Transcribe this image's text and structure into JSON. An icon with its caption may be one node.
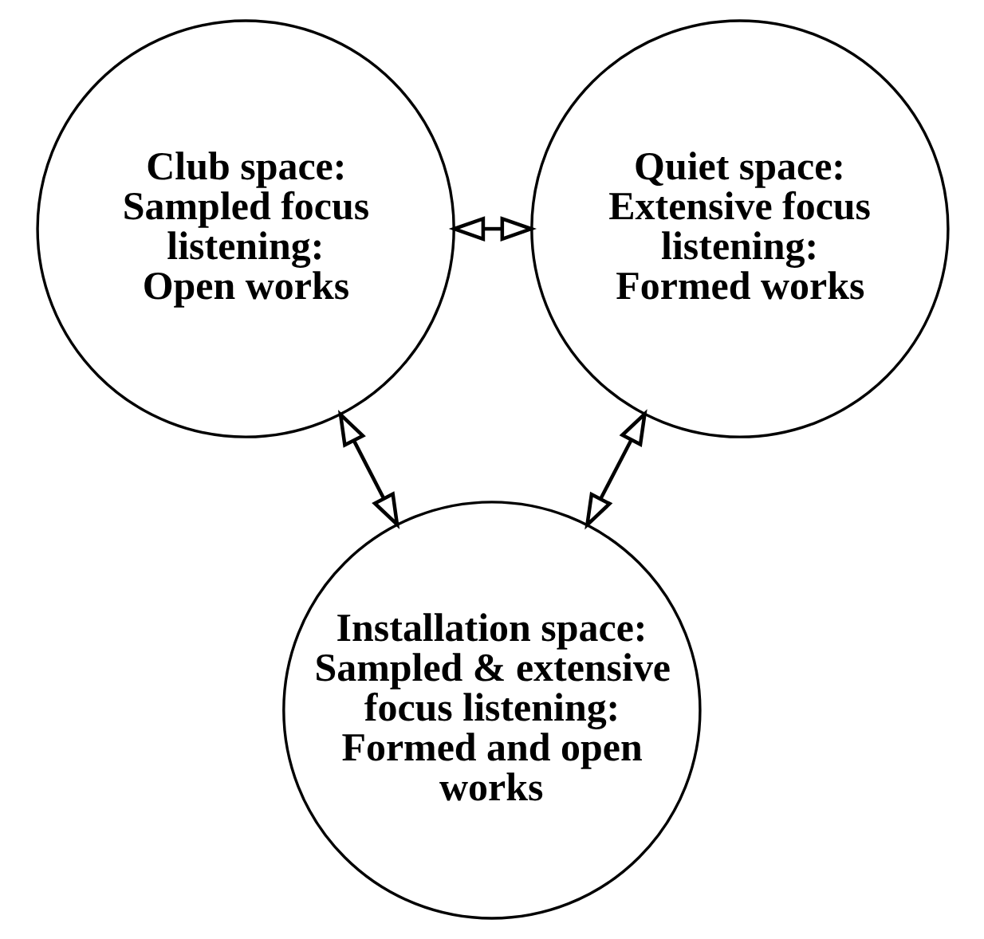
{
  "diagram": {
    "nodes": [
      {
        "text": [
          "Club space:",
          "Sampled focus listening:",
          "Open works"
        ]
      },
      {
        "text": [
          "Quiet space:",
          "Extensive focus listening:",
          "Formed works"
        ]
      },
      {
        "text": [
          "Installation space:",
          "Sampled & extensive focus listening:",
          "Formed and open works"
        ]
      }
    ],
    "edges": [
      {
        "from": 0,
        "to": 1,
        "arrow": "both"
      },
      {
        "from": 0,
        "to": 2,
        "arrow": "both"
      },
      {
        "from": 1,
        "to": 2,
        "arrow": "both"
      }
    ]
  }
}
